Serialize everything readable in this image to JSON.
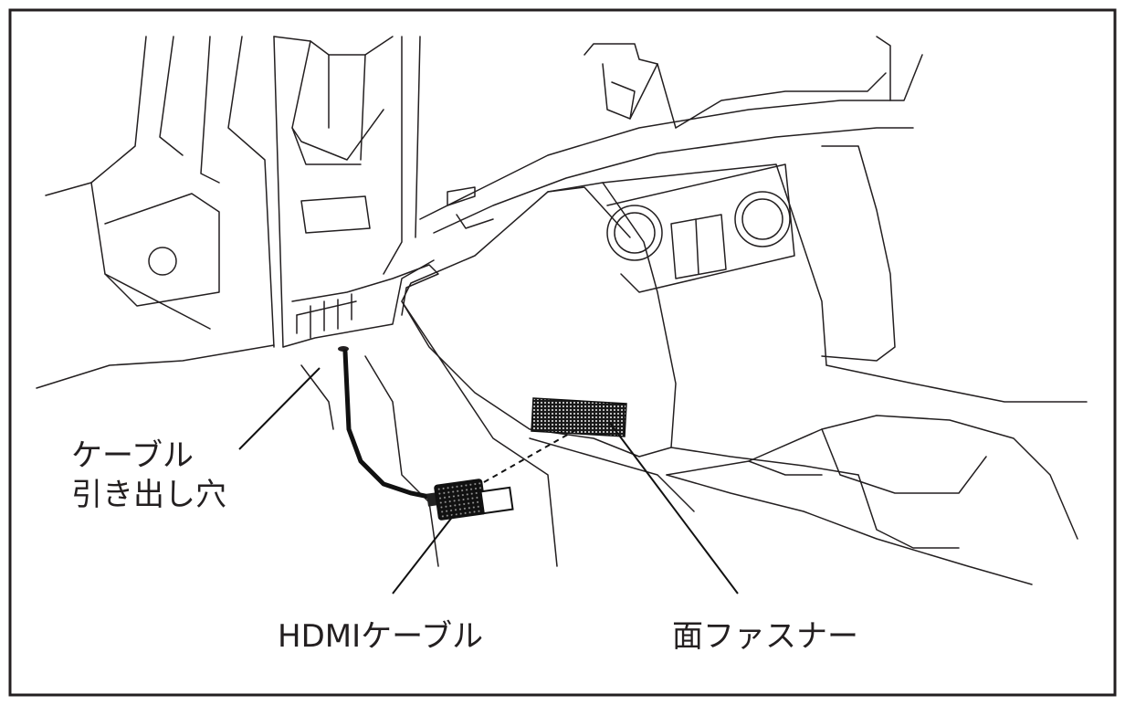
{
  "diagram": {
    "labels": {
      "cable_hole_line1": "ケーブル",
      "cable_hole_line2": "引き出し穴",
      "hdmi_cable": "HDMIケーブル",
      "hook_and_loop_fastener": "面ファスナー"
    }
  }
}
